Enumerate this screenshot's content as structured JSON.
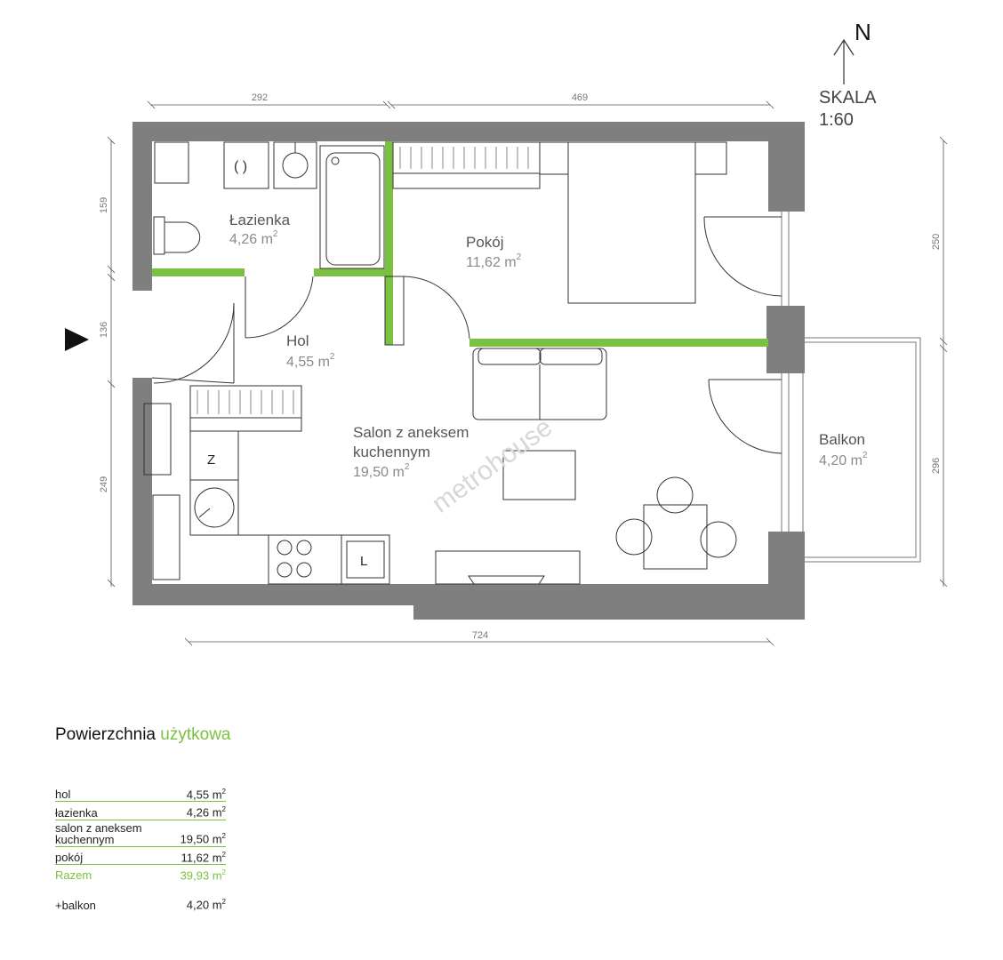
{
  "compass": {
    "letter": "N",
    "scale_word": "SKALA",
    "scale_value": "1:60"
  },
  "dimensions": {
    "top_left": "292",
    "top_right": "469",
    "bottom": "724",
    "left_1": "159",
    "left_2": "136",
    "left_3": "249",
    "right_1": "250",
    "right_2": "296"
  },
  "rooms": {
    "lazienka": {
      "name": "Łazienka",
      "area": "4,26 m",
      "sup": "2"
    },
    "pokoj": {
      "name": "Pokój",
      "area": "11,62 m",
      "sup": "2"
    },
    "hol": {
      "name": "Hol",
      "area": "4,55 m",
      "sup": "2"
    },
    "salon": {
      "name_line1": "Salon z aneksem",
      "name_line2": "kuchennym",
      "area": "19,50 m",
      "sup": "2"
    },
    "balkon": {
      "name": "Balkon",
      "area": "4,20 m",
      "sup": "2"
    }
  },
  "fixtures": {
    "fridge": "Z",
    "appliance": "L"
  },
  "watermark": "metrohouse",
  "colors": {
    "wall": "#7f7f7f",
    "accent": "#7ac142"
  },
  "summary": {
    "title_plain": "Powierzchnia",
    "title_accent": "użytkowa",
    "rows": [
      {
        "label": "hol",
        "value": "4,55 m",
        "sup": "2"
      },
      {
        "label": "łazienka",
        "value": "4,26 m",
        "sup": "2"
      },
      {
        "label_line1": "salon z aneksem",
        "label_line2": "kuchennym",
        "value": "19,50 m",
        "sup": "2"
      },
      {
        "label": "pokój",
        "value": "11,62 m",
        "sup": "2"
      }
    ],
    "total": {
      "label": "Razem",
      "value": "39,93 m",
      "sup": "2"
    },
    "balcony": {
      "label": "+balkon",
      "value": "4,20 m",
      "sup": "2"
    }
  }
}
